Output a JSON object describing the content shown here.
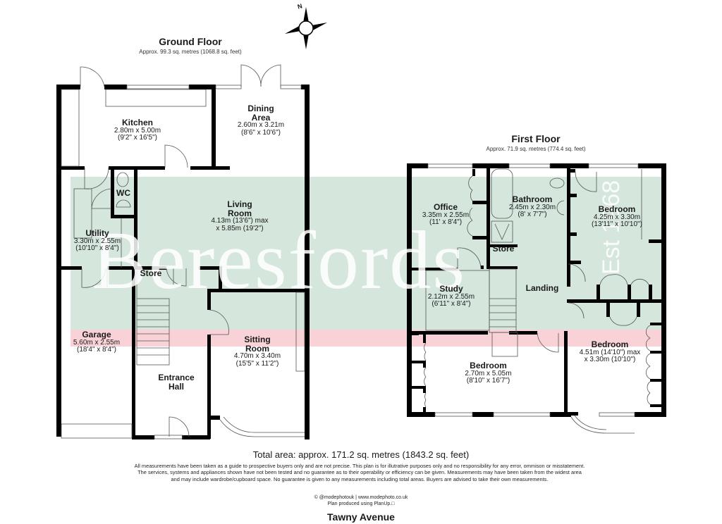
{
  "compass": {
    "label": "N",
    "icon": "compass-north-icon"
  },
  "ground_floor": {
    "title": "Ground Floor",
    "area": "Approx. 99.3 sq. metres (1068.8 sq. feet)",
    "rooms": [
      {
        "name": "Kitchen",
        "dim1": "2.80m x 5.00m",
        "dim2": "(9'2\" x 16'5\")"
      },
      {
        "name": "Dining",
        "name2": "Area",
        "dim1": "2.60m x 3.21m",
        "dim2": "(8'6\" x 10'6\")"
      },
      {
        "name": "WC"
      },
      {
        "name": "Living",
        "name2": "Room",
        "dim1": "4.13m (13'6\") max",
        "dim2": "x 5.85m (19'2\")"
      },
      {
        "name": "Utility",
        "dim1": "3.30m x 2.55m",
        "dim2": "(10'10\" x 8'4\")"
      },
      {
        "name": "Store"
      },
      {
        "name": "Garage",
        "dim1": "5.60m x 2.55m",
        "dim2": "(18'4\" x 8'4\")"
      },
      {
        "name": "Sitting",
        "name2": "Room",
        "dim1": "4.70m x 3.40m",
        "dim2": "(15'5\" x 11'2\")"
      },
      {
        "name": "Entrance",
        "name2": "Hall"
      }
    ]
  },
  "first_floor": {
    "title": "First Floor",
    "area": "Approx. 71.9 sq. metres (774.4 sq. feet)",
    "rooms": [
      {
        "name": "Office",
        "dim1": "3.35m x 2.55m",
        "dim2": "(11' x 8'4\")"
      },
      {
        "name": "Bathroom",
        "dim1": "2.45m x 2.30m",
        "dim2": "(8' x 7'7\")"
      },
      {
        "name": "Bedroom",
        "dim1": "4.25m x 3.30m",
        "dim2": "(13'11\" x 10'10\")"
      },
      {
        "name": "Store"
      },
      {
        "name": "Study",
        "dim1": "2.12m x 2.55m",
        "dim2": "(6'11\" x 8'4\")"
      },
      {
        "name": "Landing"
      },
      {
        "name": "Bedroom",
        "dim1": "2.70m x 5.05m",
        "dim2": "(8'10\" x 16'7\")"
      },
      {
        "name": "Bedroom",
        "dim1": "4.51m (14'10\") max",
        "dim2": "x 3.30m (10'10\")"
      }
    ]
  },
  "watermark": {
    "brand": "Beresfords",
    "est": "Est 1968"
  },
  "colors": {
    "watermark_green": "#d5e6dd",
    "watermark_pink": "#f8d2d6",
    "wall": "#000000"
  },
  "footer": {
    "total_area": "Total area: approx. 171.2 sq. metres (1843.2 sq. feet)",
    "disclaimer": "All measurements have been taken as a guide to prospective buyers only and are not precise. This plan is for illutrative purposes only and no responsibility for any error, ommison or misstatement. The services, systems and appliances shown have not been tested and no guarantee as to their operability or efficiency can be given. Measurements may have been taken from the widest area and may include wardrobe/cupboard space. No guarantee is given to any measurements including total areas. Buyers are advised to take their own measurements.",
    "credit1": "© @modephotouk | www.modephoto.co.uk",
    "credit2": "Plan produced using PlanUp.□",
    "address": "Tawny Avenue"
  }
}
